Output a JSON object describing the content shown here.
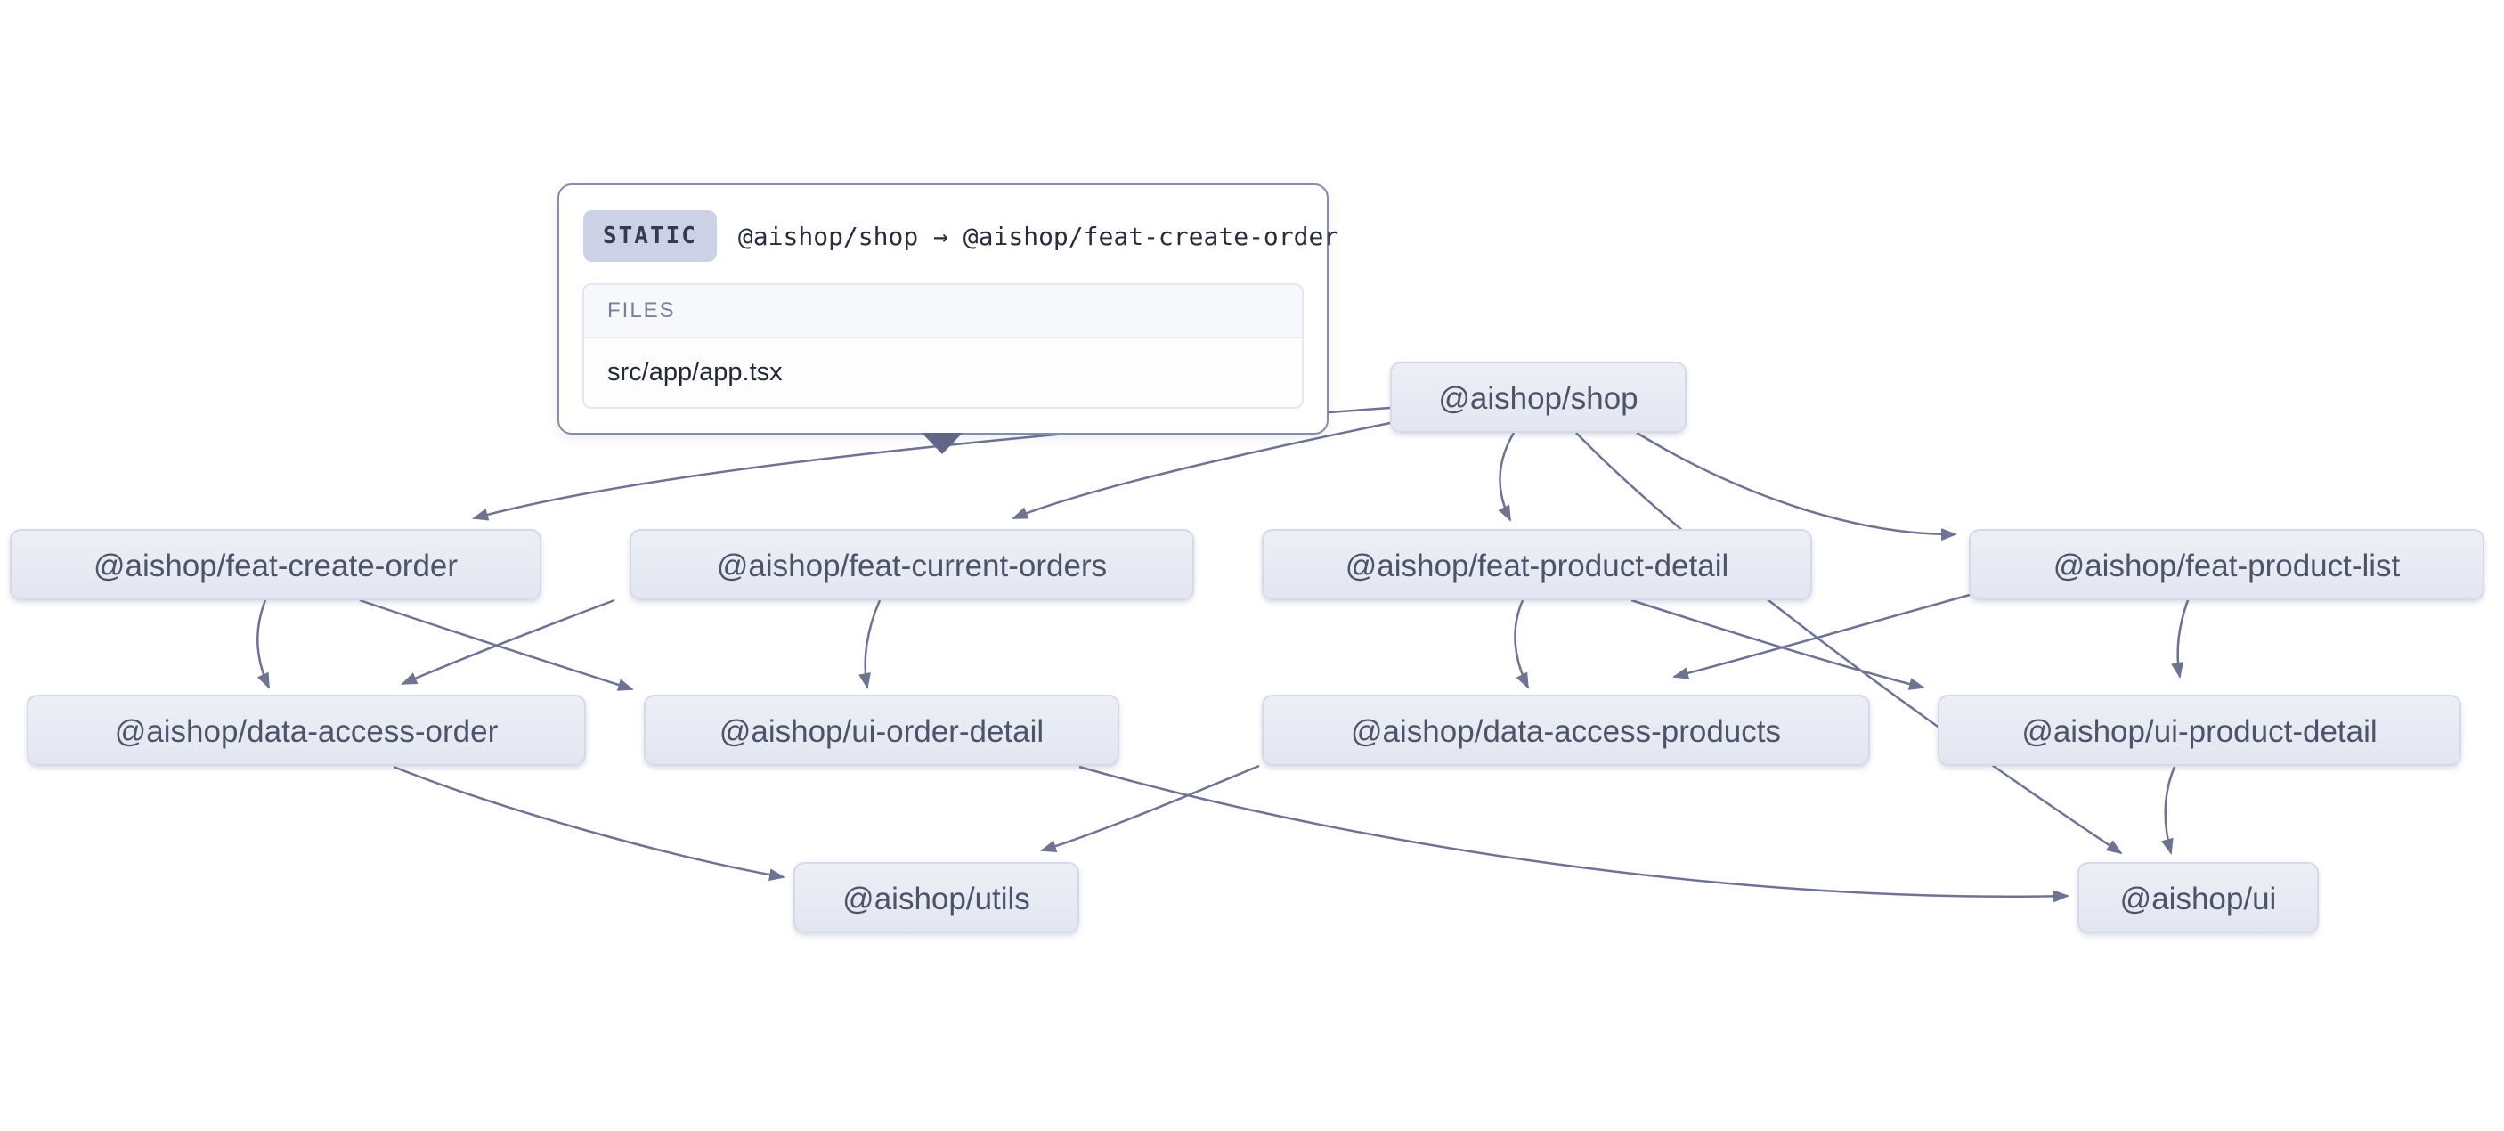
{
  "colors": {
    "background": "#ffffff",
    "edge": "#6e7394",
    "node_fill": "#e7e9f3",
    "node_border": "#d6d9e8",
    "node_text": "#4d5369",
    "tooltip_border": "#878ca8",
    "badge_background": "#ccd1e6",
    "badge_text": "#343a52"
  },
  "tooltip": {
    "badge_label": "STATIC",
    "dependency": "@aishop/shop → @aishop/feat-create-order",
    "files_header": "FILES",
    "files": [
      "src/app/app.tsx"
    ]
  },
  "graph": {
    "nodes": [
      {
        "id": "shop",
        "label": "@aishop/shop"
      },
      {
        "id": "feat-create-order",
        "label": "@aishop/feat-create-order"
      },
      {
        "id": "feat-current-orders",
        "label": "@aishop/feat-current-orders"
      },
      {
        "id": "feat-product-detail",
        "label": "@aishop/feat-product-detail"
      },
      {
        "id": "feat-product-list",
        "label": "@aishop/feat-product-list"
      },
      {
        "id": "data-access-order",
        "label": "@aishop/data-access-order"
      },
      {
        "id": "ui-order-detail",
        "label": "@aishop/ui-order-detail"
      },
      {
        "id": "data-access-products",
        "label": "@aishop/data-access-products"
      },
      {
        "id": "ui-product-detail",
        "label": "@aishop/ui-product-detail"
      },
      {
        "id": "utils",
        "label": "@aishop/utils"
      },
      {
        "id": "ui",
        "label": "@aishop/ui"
      }
    ],
    "edges": [
      {
        "from": "@aishop/shop",
        "to": "@aishop/feat-create-order",
        "type": "static",
        "highlighted": true
      },
      {
        "from": "@aishop/shop",
        "to": "@aishop/feat-current-orders",
        "type": "static"
      },
      {
        "from": "@aishop/shop",
        "to": "@aishop/feat-product-detail",
        "type": "static"
      },
      {
        "from": "@aishop/shop",
        "to": "@aishop/feat-product-list",
        "type": "static"
      },
      {
        "from": "@aishop/shop",
        "to": "@aishop/ui",
        "type": "static"
      },
      {
        "from": "@aishop/feat-create-order",
        "to": "@aishop/data-access-order",
        "type": "static"
      },
      {
        "from": "@aishop/feat-create-order",
        "to": "@aishop/ui-order-detail",
        "type": "static"
      },
      {
        "from": "@aishop/feat-current-orders",
        "to": "@aishop/data-access-order",
        "type": "static"
      },
      {
        "from": "@aishop/feat-current-orders",
        "to": "@aishop/ui-order-detail",
        "type": "static"
      },
      {
        "from": "@aishop/feat-product-detail",
        "to": "@aishop/data-access-products",
        "type": "static"
      },
      {
        "from": "@aishop/feat-product-detail",
        "to": "@aishop/ui-product-detail",
        "type": "static"
      },
      {
        "from": "@aishop/feat-product-list",
        "to": "@aishop/data-access-products",
        "type": "static"
      },
      {
        "from": "@aishop/feat-product-list",
        "to": "@aishop/ui-product-detail",
        "type": "static"
      },
      {
        "from": "@aishop/data-access-order",
        "to": "@aishop/utils",
        "type": "static"
      },
      {
        "from": "@aishop/data-access-products",
        "to": "@aishop/utils",
        "type": "static"
      },
      {
        "from": "@aishop/ui-order-detail",
        "to": "@aishop/ui",
        "type": "static"
      },
      {
        "from": "@aishop/ui-product-detail",
        "to": "@aishop/ui",
        "type": "static"
      }
    ]
  }
}
